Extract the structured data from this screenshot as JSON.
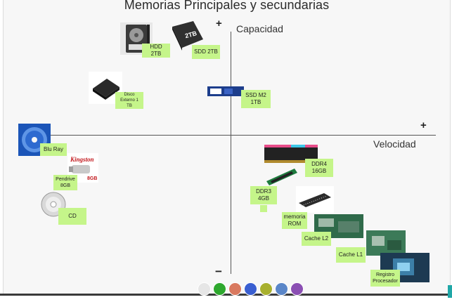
{
  "title": "Memorias Principales y secundarias",
  "axes": {
    "y_plus": "+",
    "y_minus": "−",
    "y_label": "Capacidad",
    "x_plus": "+",
    "x_label": "Velocidad"
  },
  "notes": {
    "hdd": "HDD 2TB",
    "sdd": "SDD 2TB",
    "disco": "Disco\nExterno 1 TB",
    "ssd": "SSD M2\n1TB",
    "bluray": "Blu Ray",
    "pendrive": "Pendrive\n8GB",
    "cd": "CD",
    "ddr4": "DDR4\n16GB",
    "ddr3": "DDR3\n4GB",
    "rom": "memoria\nROM",
    "l2": "Cache L2",
    "l1": "Cache L1",
    "registro": "Registro\nProcesador"
  },
  "image_text": {
    "kingston": "Kingston",
    "kingston_size": "8GB",
    "sdd_label": "2TB"
  },
  "colors": {
    "note": "#c5f58a",
    "axis": "#555555",
    "accent": "#1fa7a7"
  },
  "icons": [
    "hdd-icon",
    "ssd-icon",
    "external-disk-icon",
    "m2-ssd-icon",
    "bluray-disc-icon",
    "pendrive-icon",
    "cd-icon",
    "ddr4-ram-icon",
    "ddr3-ram-icon",
    "rom-chip-icon",
    "cache-l2-board-icon",
    "cache-l1-board-icon",
    "processor-register-icon"
  ]
}
